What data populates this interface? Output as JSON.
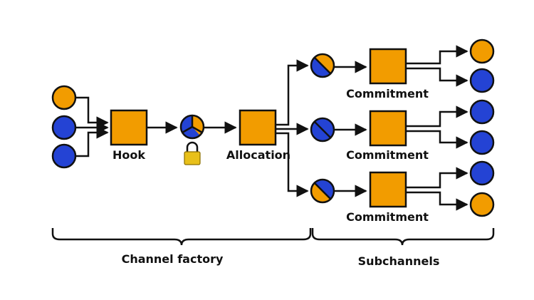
{
  "colors": {
    "orange": "#f29c00",
    "blue": "#2443d4",
    "stroke": "#111111",
    "lock": "#e8c01a"
  },
  "labels": {
    "hook": "Hook",
    "allocation": "Allocation",
    "commitment_top": "Commitment",
    "commitment_mid": "Commitment",
    "commitment_bot": "Commitment",
    "channel_factory": "Channel factory",
    "subchannels": "Subchannels"
  },
  "icons": {
    "lock": "padlock-icon"
  }
}
